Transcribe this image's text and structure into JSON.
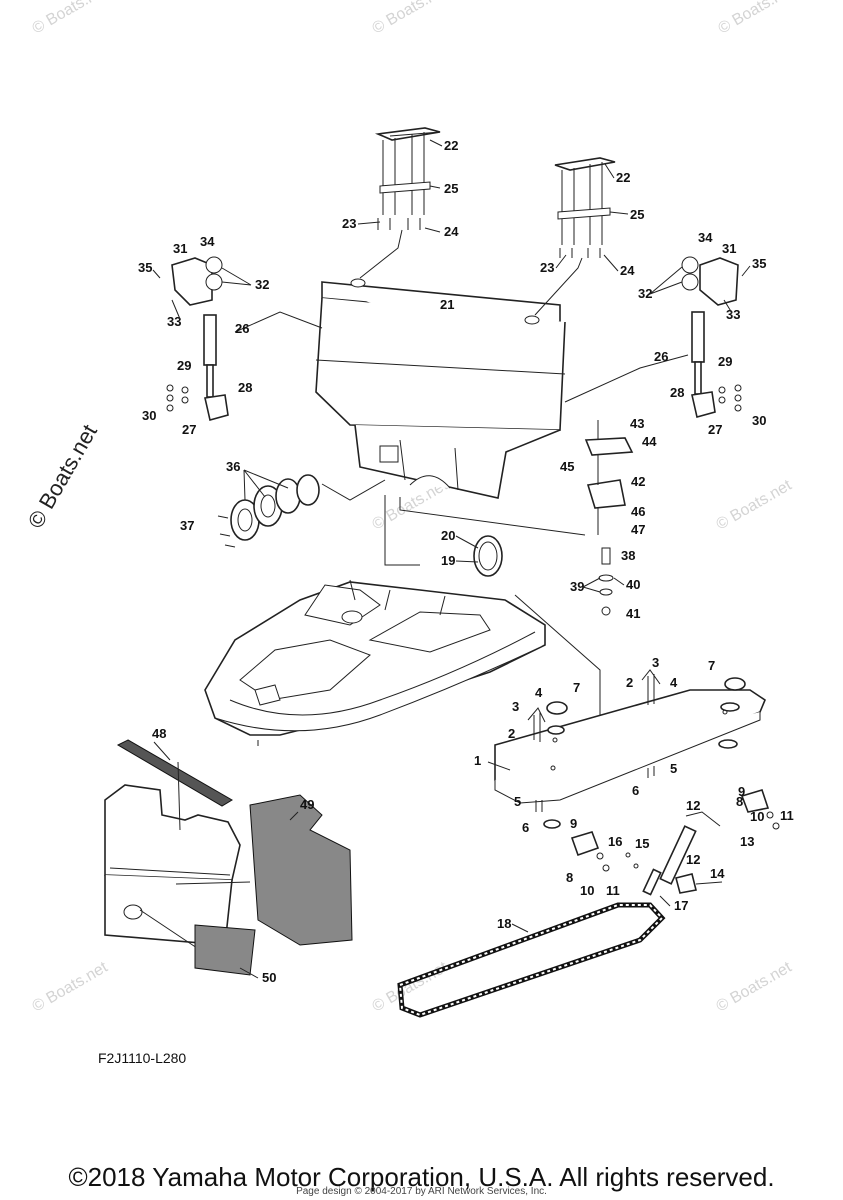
{
  "watermark": "© Boats.net",
  "diagram_code": "F2J1110-L280",
  "copyright": "©2018 Yamaha Motor Corporation, U.S.A. All rights reserved.",
  "page_design": "Page design © 2004-2017 by ARI Network Services, Inc.",
  "part_labels": {
    "p1": "1",
    "p2a": "2",
    "p2b": "2",
    "p3a": "3",
    "p3b": "3",
    "p4a": "4",
    "p4b": "4",
    "p5a": "5",
    "p5b": "5",
    "p6a": "6",
    "p6b": "6",
    "p7a": "7",
    "p7b": "7",
    "p8a": "8",
    "p8b": "8",
    "p9a": "9",
    "p9b": "9",
    "p10a": "10",
    "p10b": "10",
    "p11a": "11",
    "p11b": "11",
    "p12a": "12",
    "p12b": "12",
    "p13": "13",
    "p14": "14",
    "p15": "15",
    "p16": "16",
    "p17": "17",
    "p18": "18",
    "p19": "19",
    "p20": "20",
    "p21": "21",
    "p22a": "22",
    "p22b": "22",
    "p23a": "23",
    "p23b": "23",
    "p24a": "24",
    "p24b": "24",
    "p25a": "25",
    "p25b": "25",
    "p26a": "26",
    "p26b": "26",
    "p27a": "27",
    "p27b": "27",
    "p28a": "28",
    "p28b": "28",
    "p29a": "29",
    "p29b": "29",
    "p30a": "30",
    "p30b": "30",
    "p31a": "31",
    "p31b": "31",
    "p32a": "32",
    "p32b": "32",
    "p33a": "33",
    "p33b": "33",
    "p34a": "34",
    "p34b": "34",
    "p35a": "35",
    "p35b": "35",
    "p36": "36",
    "p37": "37",
    "p38": "38",
    "p39": "39",
    "p40": "40",
    "p41": "41",
    "p42": "42",
    "p43": "43",
    "p44": "44",
    "p45": "45",
    "p46": "46",
    "p47": "47",
    "p48": "48",
    "p49": "49",
    "p50": "50"
  }
}
